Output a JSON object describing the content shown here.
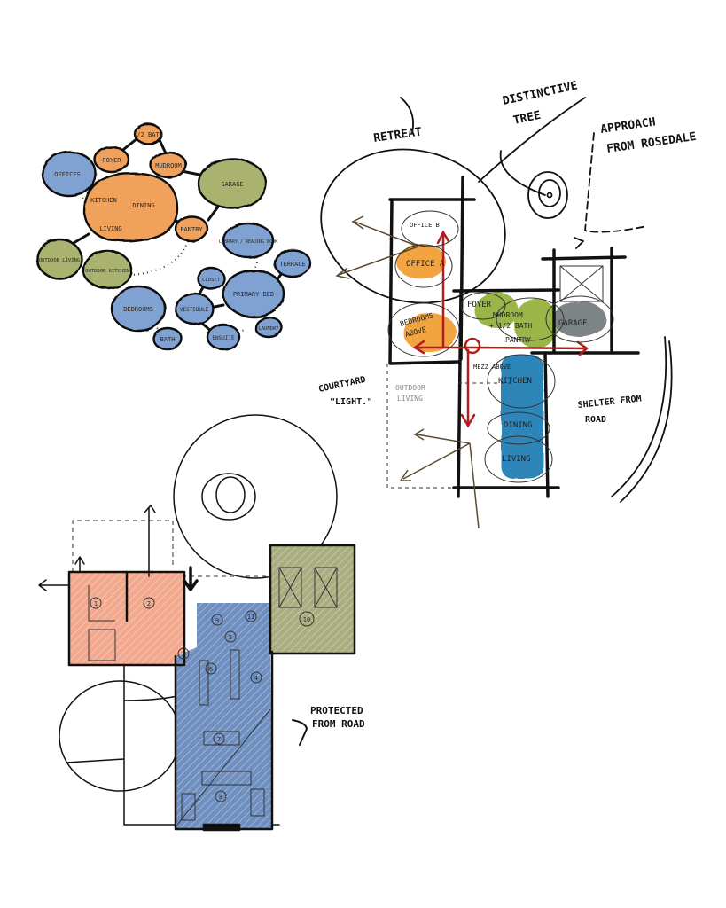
{
  "bubble_diagram": {
    "bubbles": [
      {
        "label": "OFFICES",
        "zone": "blue"
      },
      {
        "label": "FOYER",
        "zone": "orange"
      },
      {
        "label": "1/2 BATH",
        "zone": "orange"
      },
      {
        "label": "MUDROOM",
        "zone": "orange"
      },
      {
        "label": "KITCHEN",
        "zone": "orange"
      },
      {
        "label": "DINING",
        "zone": "orange"
      },
      {
        "label": "LIVING",
        "zone": "orange"
      },
      {
        "label": "GARAGE",
        "zone": "green"
      },
      {
        "label": "PANTRY",
        "zone": "orange"
      },
      {
        "label": "OUTDOOR LIVING",
        "zone": "green"
      },
      {
        "label": "OUTDOOR KITCHEN",
        "zone": "green"
      },
      {
        "label": "LIBRARY / READING NOOK",
        "zone": "blue"
      },
      {
        "label": "TERRACE",
        "zone": "blue"
      },
      {
        "label": "CLOSET",
        "zone": "blue"
      },
      {
        "label": "PRIMARY BED",
        "zone": "blue"
      },
      {
        "label": "BEDROOMS",
        "zone": "blue"
      },
      {
        "label": "VESTIBULE",
        "zone": "blue"
      },
      {
        "label": "BATH",
        "zone": "blue"
      },
      {
        "label": "ENSUITE",
        "zone": "blue"
      },
      {
        "label": "LAUNDRY",
        "zone": "blue"
      }
    ]
  },
  "concept_diagram": {
    "notes": {
      "retreat": "RETREAT",
      "tree_1": "DISTINCTIVE",
      "tree_2": "TREE",
      "approach_1": "APPROACH",
      "approach_2": "FROM ROSEDALE",
      "courtyard_1": "COURTYARD",
      "courtyard_2": "\"LIGHT.\"",
      "shelter_1": "SHELTER FROM",
      "shelter_2": "ROAD"
    },
    "rooms": {
      "office_b": "OFFICE B",
      "office_a": "OFFICE A",
      "bedrooms_1": "BEDROOMS",
      "bedrooms_2": "ABOVE",
      "foyer": "FOYER",
      "mudroom_1": "MUDROOM",
      "mudroom_2": "+ 1/2 BATH",
      "pantry": "PANTRY",
      "garage": "GARAGE",
      "mezz": "MEZZ ABOVE",
      "kitchen": "KITCHEN",
      "dining": "DINING",
      "living": "LIVING",
      "outdoor_1": "OUTDOOR",
      "outdoor_2": "LIVING"
    }
  },
  "floor_plan": {
    "room_numbers": [
      "1",
      "2",
      "3",
      "4",
      "5",
      "6",
      "7",
      "8",
      "9",
      "10",
      "11"
    ],
    "note_1": "PROTECTED",
    "note_2": "FROM ROAD"
  },
  "colors": {
    "orange": "#ef9a4f",
    "blue": "#6f94c9",
    "green": "#a3ad6e",
    "concept_blue": "#2f85b8",
    "grey": "#7d8486",
    "salmon": "#f2a98e",
    "plan_blue": "#6f8fc0",
    "olive": "#a9ad7f",
    "red": "#b21e1e"
  }
}
